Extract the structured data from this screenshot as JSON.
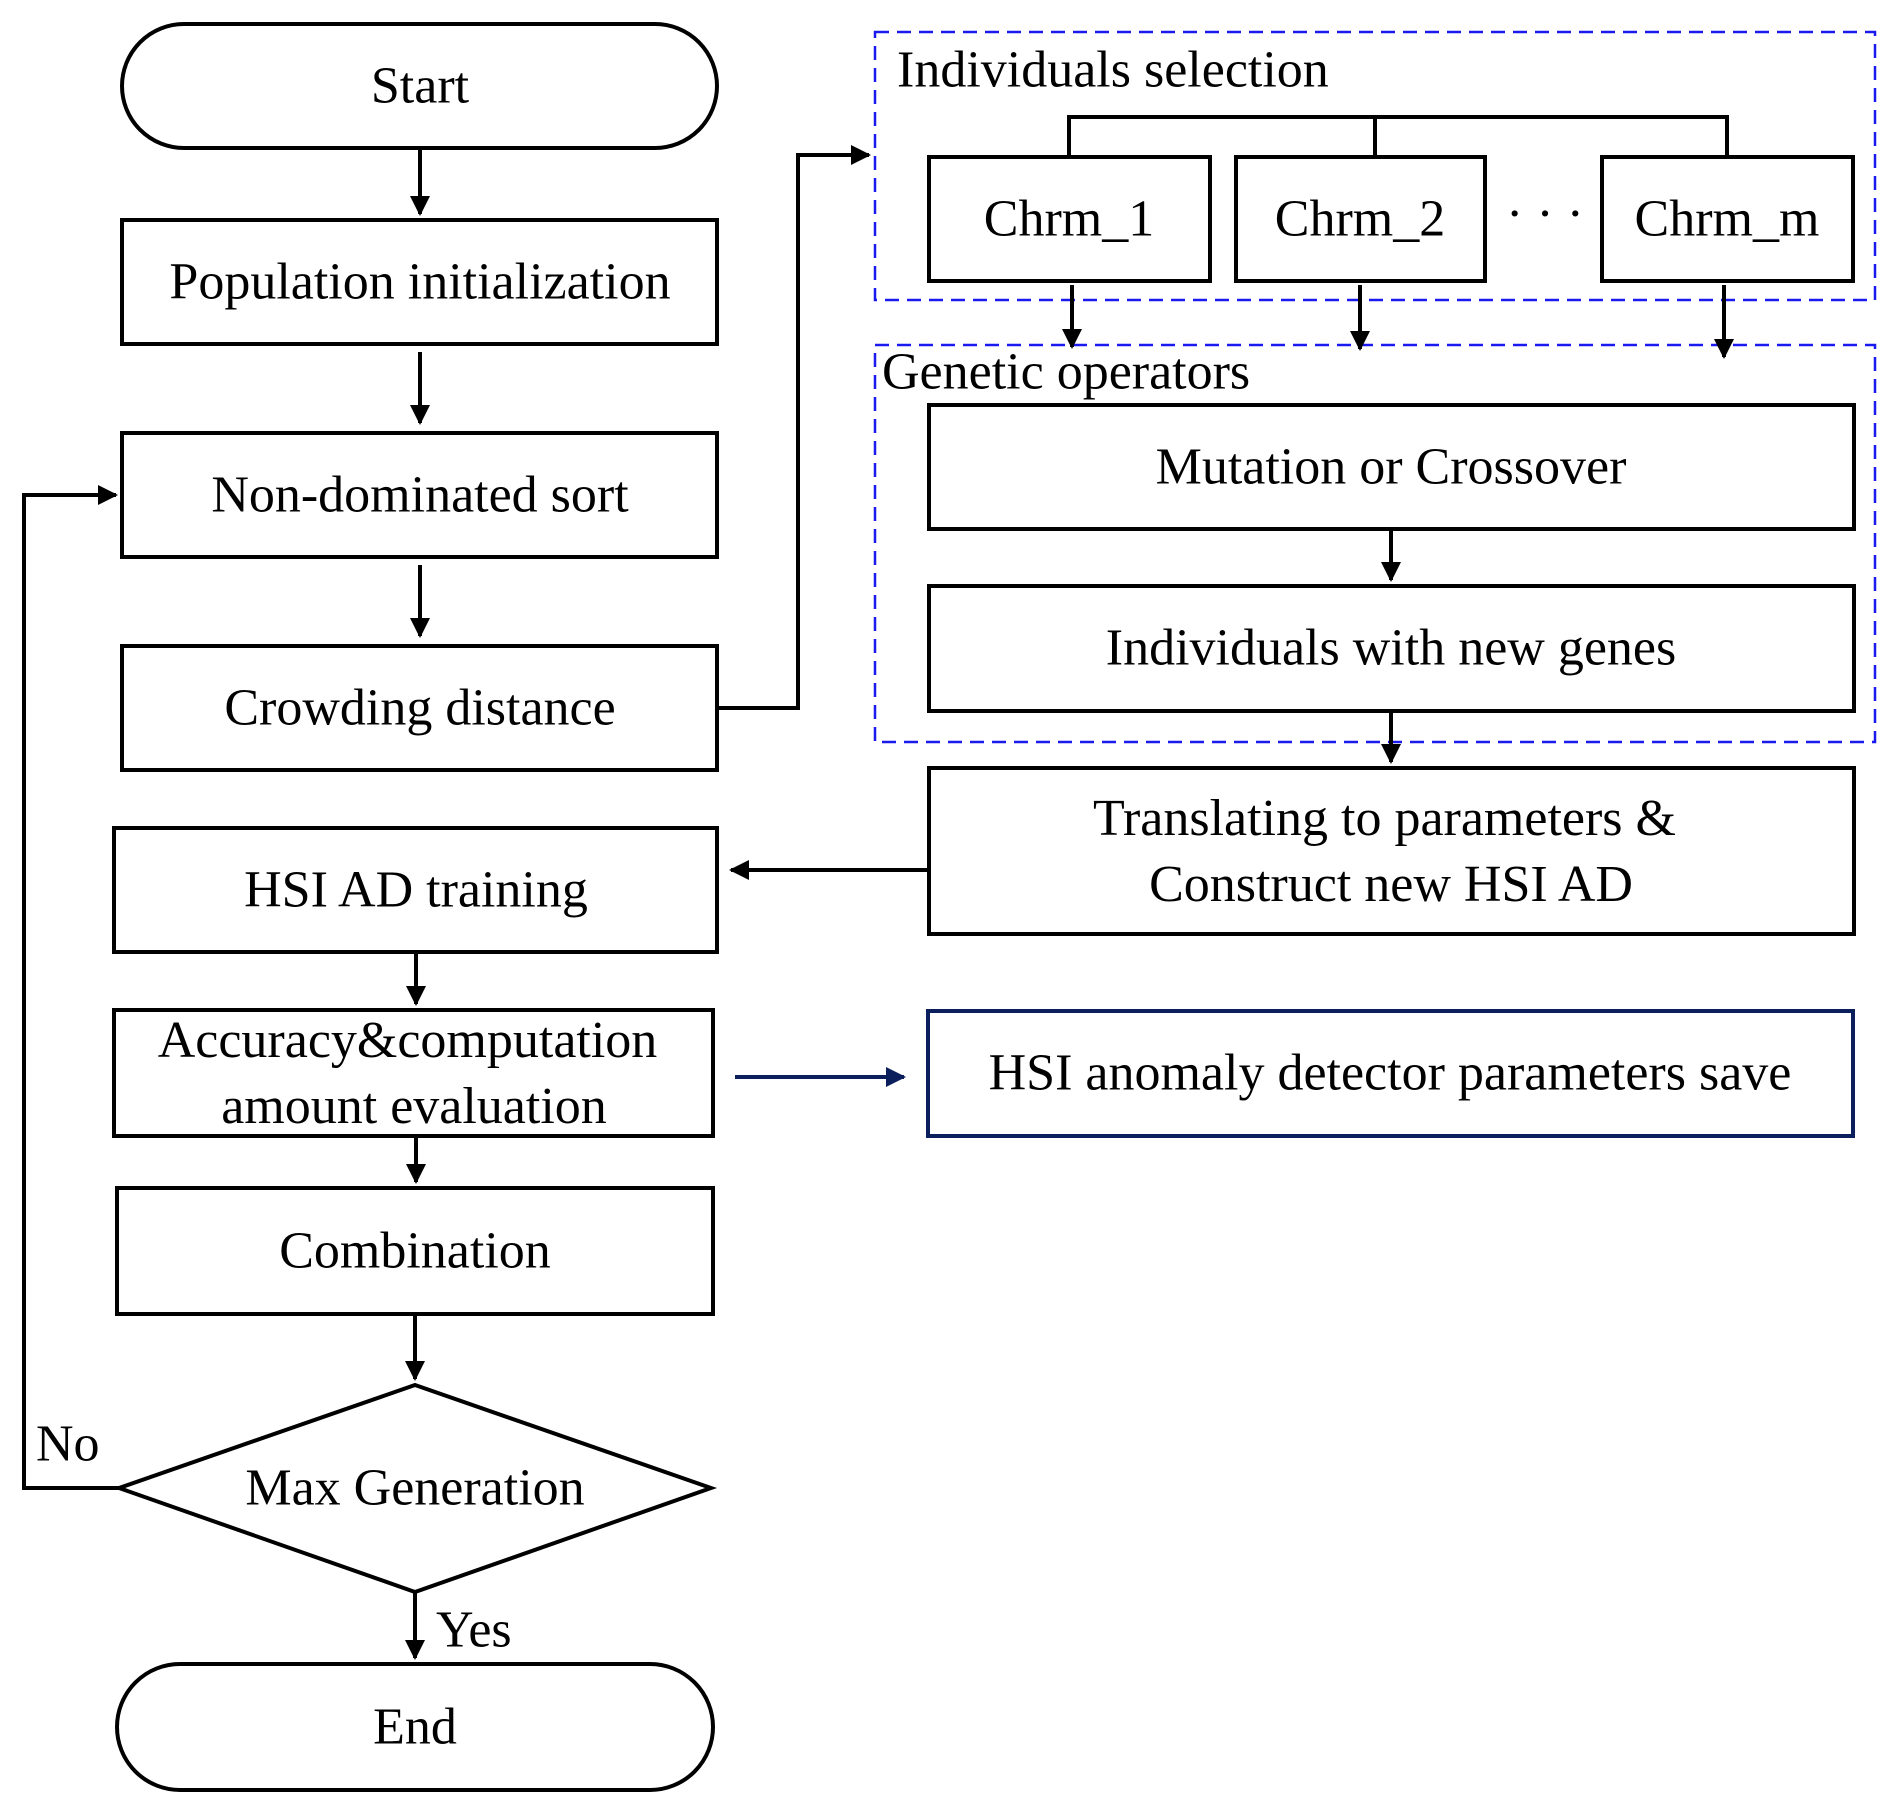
{
  "colors": {
    "stroke": "#000000",
    "group_border": "#1a1aee",
    "highlight": "#0a1f5c"
  },
  "nodes": {
    "start": "Start",
    "population_init": "Population initialization",
    "non_dominated_sort": "Non-dominated sort",
    "crowding_distance": "Crowding distance",
    "hsi_ad_training": "HSI AD training",
    "accuracy_eval": [
      "Accuracy&computation",
      "amount evaluation"
    ],
    "combination": "Combination",
    "max_generation": "Max Generation",
    "end": "End",
    "chrm_1": "Chrm_1",
    "chrm_2": "Chrm_2",
    "chrm_m": "Chrm_m",
    "ellipsis": "· · ·",
    "mutation_crossover": "Mutation or Crossover",
    "new_genes": "Individuals with new genes",
    "translating": [
      "Translating to parameters &",
      "Construct new HSI AD"
    ],
    "params_save": "HSI anomaly detector parameters save"
  },
  "groups": {
    "selection": "Individuals selection",
    "genetic": "Genetic operators"
  },
  "edges": {
    "no": "No",
    "yes": "Yes"
  }
}
